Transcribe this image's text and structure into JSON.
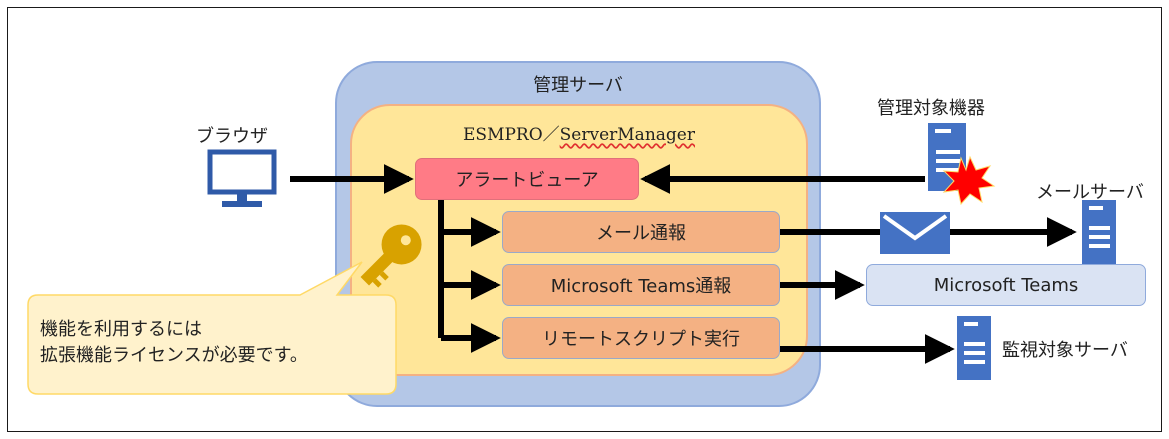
{
  "management_server": {
    "title": "管理サーバ"
  },
  "esmpro": {
    "title_prefix": "ESMPRO／",
    "title_product": "ServerManager"
  },
  "alert_viewer": {
    "label": "アラートビューア"
  },
  "actions": {
    "mail": "メール通報",
    "teams": "Microsoft Teams通報",
    "remote_script": "リモートスクリプト実行"
  },
  "external": {
    "browser": "ブラウザ",
    "managed_device": "管理対象機器",
    "mail_server": "メールサーバ",
    "teams": "Microsoft Teams",
    "monitored_server": "監視対象サーバ"
  },
  "callout": {
    "line1": "機能を利用するには",
    "line2": "拡張機能ライセンスが必要です。"
  },
  "colors": {
    "server_outer": "#b4c7e7",
    "esmpro_inner": "#ffe699",
    "alert_viewer": "#ff7b86",
    "action_box": "#f4b183",
    "icon_blue": "#4472c4",
    "key_gold": "#d8a200",
    "alert_burst": "#ff0000",
    "callout_fill": "#fff2cc"
  },
  "icons": [
    "monitor-icon",
    "server-icon",
    "alert-burst-icon",
    "envelope-icon",
    "key-icon"
  ]
}
